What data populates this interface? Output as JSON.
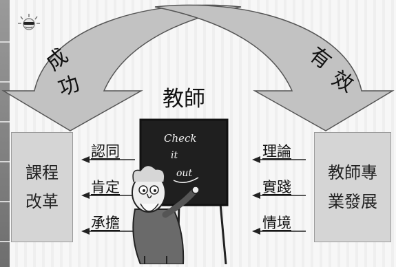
{
  "diagram": {
    "title": "教師",
    "left_arrow": {
      "chars": [
        "成",
        "功"
      ]
    },
    "right_arrow": {
      "chars": [
        "有",
        "效"
      ]
    },
    "left_box": {
      "lines": [
        "課程",
        "改革"
      ]
    },
    "right_box": {
      "lines": [
        "教師專",
        "業發展"
      ]
    },
    "left_items": [
      "認同",
      "肯定",
      "承擔"
    ],
    "right_items": [
      "理論",
      "實踐",
      "情境"
    ],
    "blackboard": {
      "lines": [
        "Check",
        "it",
        "out"
      ]
    }
  },
  "colors": {
    "arrow_fill": "#c2c2c2",
    "arrow_stroke": "#555555",
    "box_fill": "#d5d5d5",
    "board": "#1f1f1f"
  }
}
